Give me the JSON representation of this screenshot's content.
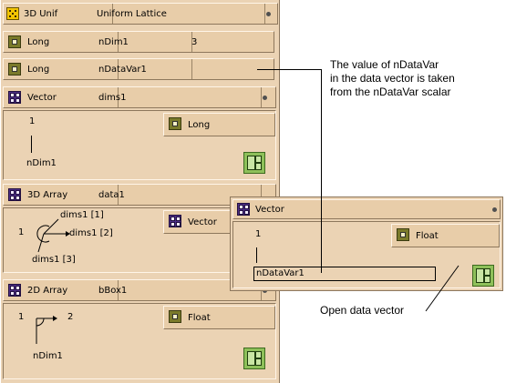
{
  "header": {
    "type_label": "3D Unif",
    "name_value": "Uniform Lattice"
  },
  "rows": [
    {
      "type_label": "Long",
      "name": "nDim1",
      "value": "3"
    },
    {
      "type_label": "Long",
      "name": "nDataVar1",
      "value": ""
    }
  ],
  "vector_panel": {
    "type_label": "Vector",
    "name": "dims1",
    "element_type": "Long",
    "size_label": "1",
    "dim_label": "nDim1"
  },
  "array3d_panel": {
    "type_label": "3D Array",
    "name": "data1",
    "element_type": "Vector",
    "center_label": "1",
    "dim1": "dims1 [1]",
    "dim2": "dims1 [2]",
    "dim3": "dims1 [3]"
  },
  "array2d_panel": {
    "type_label": "2D Array",
    "name": "bBox1",
    "element_type": "Float",
    "dim1_label": "1",
    "dim2_label": "2",
    "dim_label": "nDim1"
  },
  "popup_vector": {
    "type_label": "Vector",
    "element_type": "Float",
    "size_label": "1",
    "size_field": "nDataVar1"
  },
  "annotations": {
    "top_note": [
      "The value of nDataVar",
      "in the data vector is taken",
      "from the nDataVar scalar"
    ],
    "bottom_note": "Open data vector"
  },
  "colors": {
    "panel": "#ebd3b4",
    "header": "#e8cda9",
    "long_icon": "#7a7a2a",
    "grid_icon": "#4d2f86",
    "open_button": "#8ec05a"
  }
}
